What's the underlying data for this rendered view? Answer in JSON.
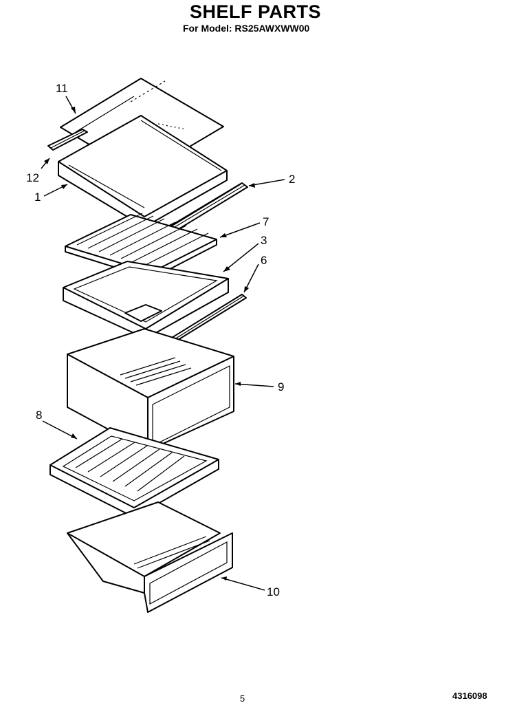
{
  "header": {
    "title": "SHELF PARTS",
    "model_line": "For Model: RS25AWXWW00"
  },
  "callouts": [
    "11",
    "12",
    "1",
    "2",
    "7",
    "3",
    "6",
    "9",
    "8",
    "10"
  ],
  "footer": {
    "page_number": "5",
    "document_number": "4316098"
  }
}
